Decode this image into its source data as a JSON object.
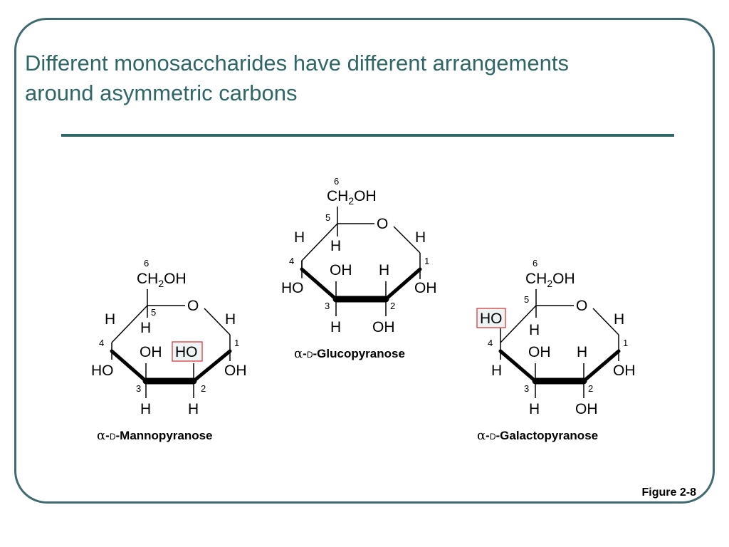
{
  "slide": {
    "title_line1": "Different monosaccharides have different arrangements",
    "title_line2": "around asymmetric carbons",
    "figure_label": "Figure 2-8"
  },
  "atoms": {
    "ch2oh_c": "CH",
    "ch2oh_sub": "2",
    "ch2oh_oh": "OH",
    "ring_o": "O",
    "h": "H",
    "oh": "OH",
    "ho": "HO"
  },
  "numbers": [
    "1",
    "2",
    "3",
    "4",
    "5",
    "6"
  ],
  "sugars": {
    "mannose": {
      "alpha": "α",
      "dash1": "-",
      "d": "D",
      "rest": "-Mannopyranose",
      "highlight": "HO"
    },
    "glucose": {
      "alpha": "α",
      "dash1": "-",
      "d": "D",
      "rest": "-Glucopyranose"
    },
    "galactose": {
      "alpha": "α",
      "dash1": "-",
      "d": "D",
      "rest": "-Galactopyranose",
      "highlight": "HO"
    }
  },
  "colors": {
    "title": "#2f6767",
    "frame": "#3f6a6e",
    "highlight_border": "#d03030",
    "highlight_fill": "#eef4f4"
  }
}
